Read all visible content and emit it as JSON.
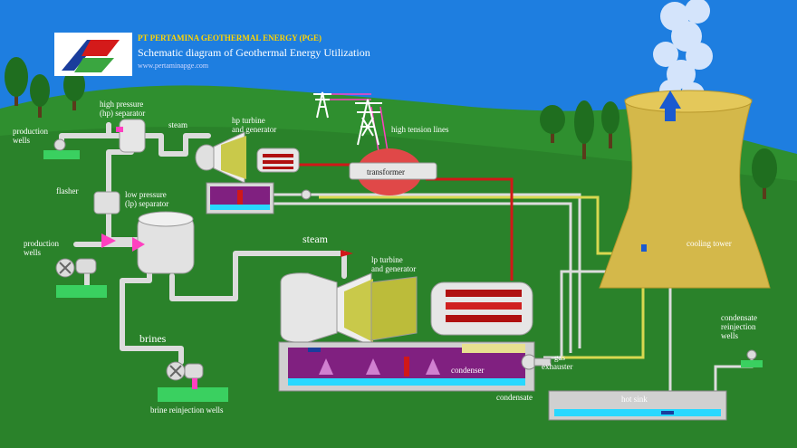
{
  "header": {
    "company": "PT PERTAMINA GEOTHERMAL ENERGY (PGE)",
    "subtitle": "Schematic diagram of Geothermal Energy Utilization",
    "url": "www.pertaminapge.com"
  },
  "labels": {
    "production_wells_top": "production",
    "production_wells_top_2": "wells",
    "hp_separator": "high pressure",
    "hp_separator_2": "(hp) separator",
    "steam_top": "steam",
    "hp_turbine": "hp turbine",
    "hp_turbine_2": "and generator",
    "high_tension": "high tension lines",
    "transformer": "transformer",
    "flasher": "flasher",
    "lp_separator": "low pressure",
    "lp_separator_2": "(lp) separator",
    "production_wells_mid": "production",
    "production_wells_mid_2": "wells",
    "steam_mid": "steam",
    "lp_turbine": "lp turbine",
    "lp_turbine_2": "and generator",
    "brines": "brines",
    "brine_reinjection": "brine reinjection wells",
    "condenser": "condenser",
    "gas_exhauster": "gas",
    "gas_exhauster_2": "exhauster",
    "condensate": "condensate",
    "hot_sink": "hot sink",
    "cooling_tower": "cooling tower",
    "condensate_reinjection": "condensate",
    "condensate_reinjection_2": "reinjection",
    "condensate_reinjection_3": "wells"
  },
  "colors": {
    "sky": "#1e7ee0",
    "grass": "#2f8f2f",
    "pipe": "#dcdcdc",
    "tower": "#d4b84a",
    "accent_red": "#d01818",
    "accent_magenta": "#ff40c0",
    "water": "#28d8ff"
  }
}
